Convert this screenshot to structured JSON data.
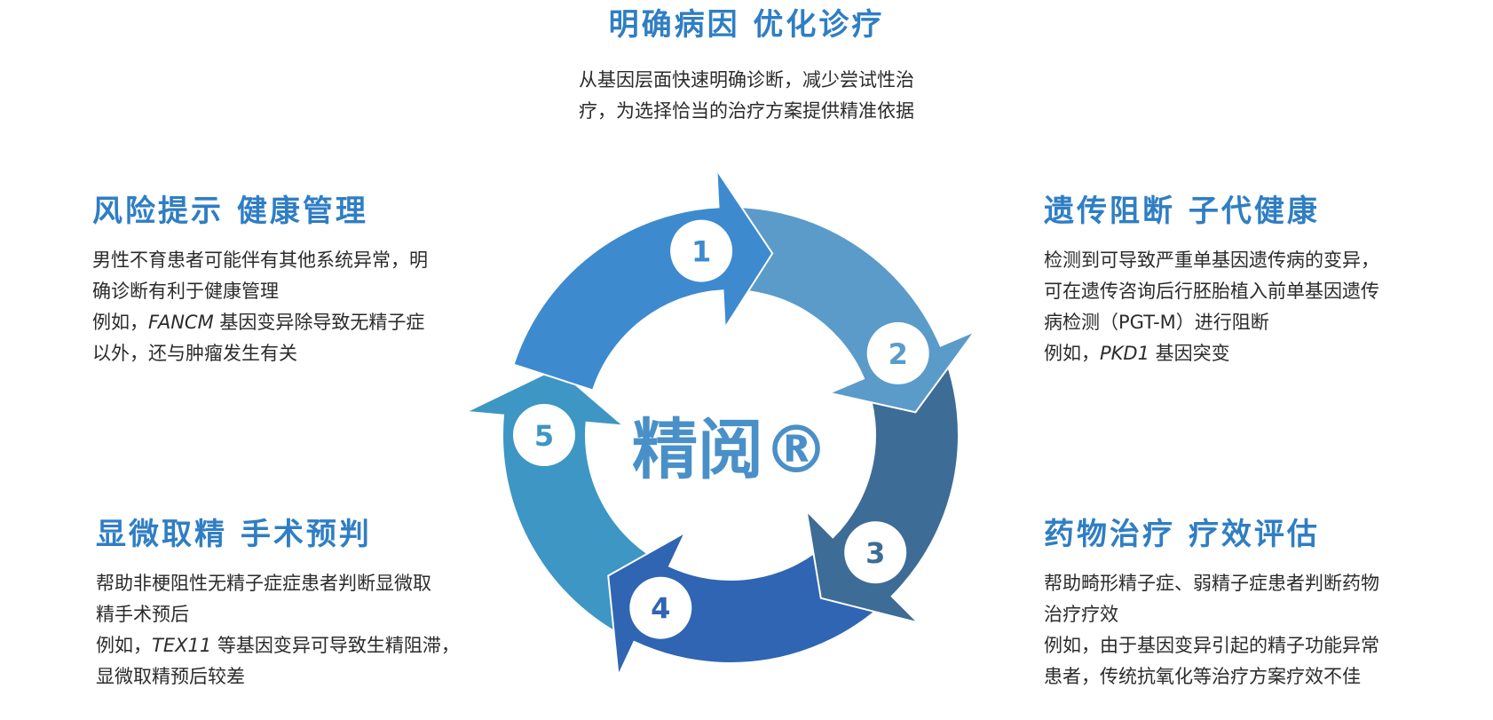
{
  "center": {
    "brand": "精阅®"
  },
  "steps": [
    {
      "number": "1",
      "color": "#3d8acf"
    },
    {
      "number": "2",
      "color": "#5b9bc9"
    },
    {
      "number": "3",
      "color": "#3d6c96"
    },
    {
      "number": "4",
      "color": "#2f65b2"
    },
    {
      "number": "5",
      "color": "#3d96c3"
    }
  ],
  "sections": {
    "top": {
      "heading": "明确病因 优化诊疗",
      "lines": [
        "从基因层面快速明确诊断，减少尝试性治",
        "疗，为选择恰当的治疗方案提供精准依据"
      ]
    },
    "right_upper": {
      "heading": "遗传阻断 子代健康",
      "lines": [
        "检测到可导致严重单基因遗传病的变异，",
        "可在遗传咨询后行胚胎植入前单基因遗传",
        "病检测（PGT-M）进行阻断"
      ],
      "example_prefix": "例如，",
      "example_gene": "PKD1",
      "example_suffix": " 基因突变"
    },
    "right_lower": {
      "heading": "药物治疗 疗效评估",
      "lines": [
        "帮助畸形精子症、弱精子症患者判断药物",
        "治疗疗效",
        "例如，由于基因变异引起的精子功能异常",
        "患者，传统抗氧化等治疗方案疗效不佳"
      ]
    },
    "left_lower": {
      "heading": "显微取精 手术预判",
      "lines": [
        "帮助非梗阻性无精子症症患者判断显微取",
        "精手术预后"
      ],
      "example_prefix": "例如，",
      "example_gene": "TEX11",
      "example_suffix": " 等基因变异可导致生精阻滞，",
      "last_line": "显微取精预后较差"
    },
    "left_upper": {
      "heading": "风险提示 健康管理",
      "lines": [
        "男性不育患者可能伴有其他系统异常，明",
        "确诊断有利于健康管理"
      ],
      "example_prefix": "例如，",
      "example_gene": "FANCM",
      "example_suffix": " 基因变异除导致无精子症",
      "last_line": "以外，还与肿瘤发生有关"
    }
  },
  "colors": {
    "heading": "#2f7ec3",
    "body": "#2b2b2b",
    "brand": "#4a90c8"
  }
}
